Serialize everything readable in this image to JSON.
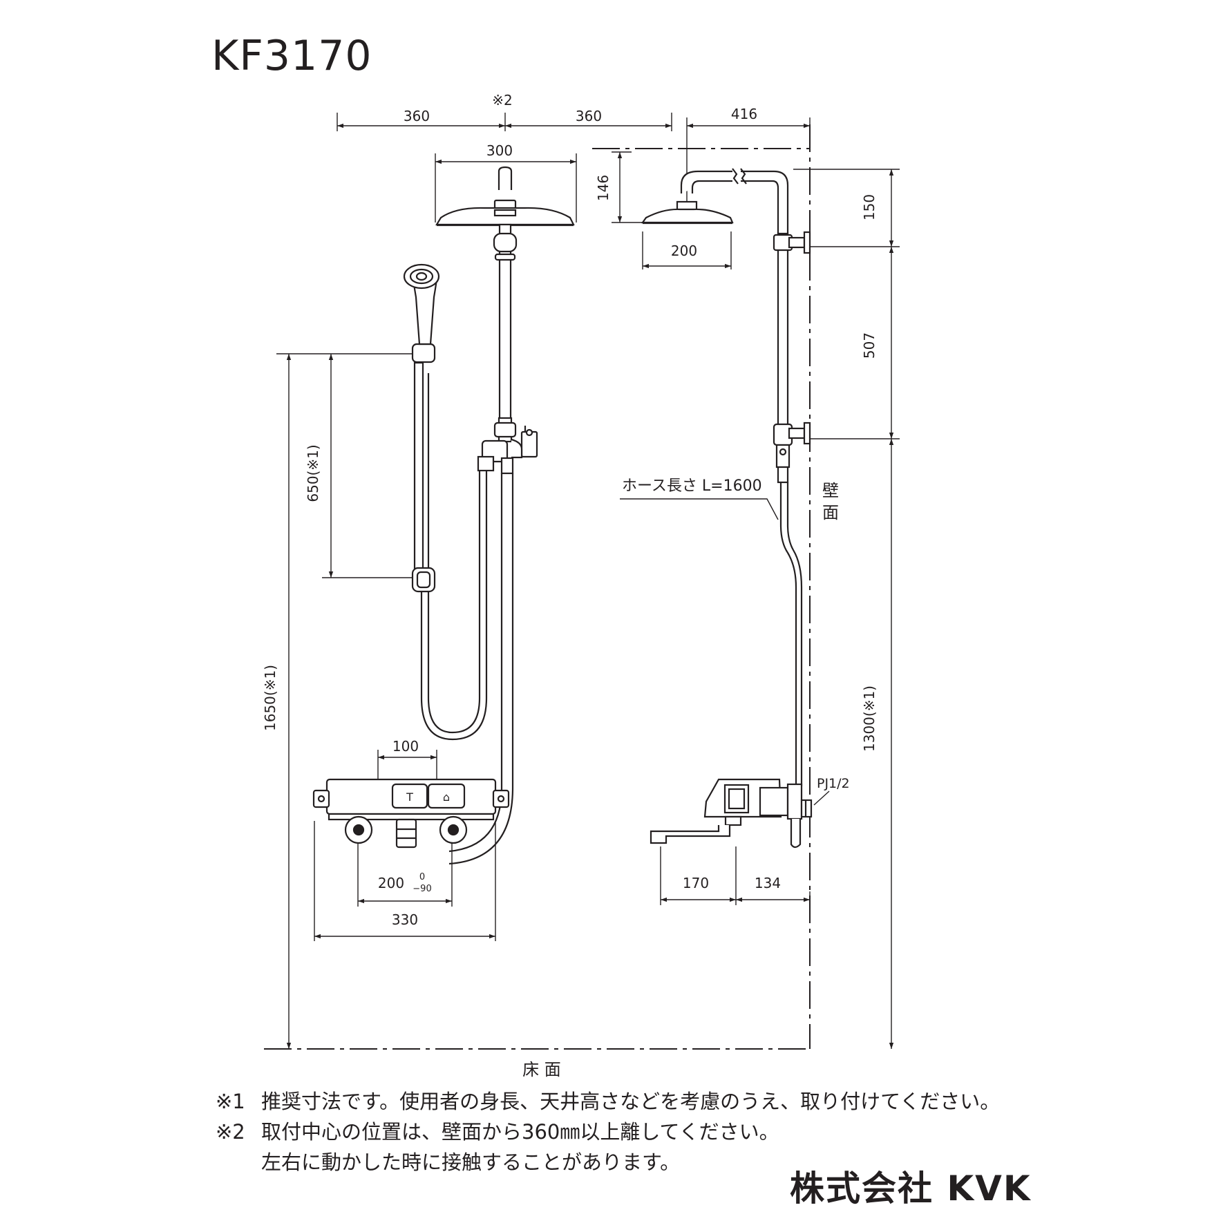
{
  "title": "KF3170",
  "dimensions": {
    "left_offset": "360",
    "right_offset": "360",
    "center_mark": "※2",
    "wall_offset": "416",
    "overhead_width": "300",
    "overhead_side_width": "200",
    "overhead_height": "146",
    "top_to_bracket": "150",
    "bracket_spacing": "507",
    "slide_bar": "650(※1)",
    "overall_height": "1650(※1)",
    "wall_height": "1300(※1)",
    "handle_spacing": "100",
    "inlet_spacing": "200",
    "inlet_tol_upper": "0",
    "inlet_tol_lower": "−90",
    "body_width": "330",
    "spout_length": "170",
    "wall_to_spout": "134"
  },
  "labels": {
    "hose_length": "ホース長さ L=1600",
    "wall_char1": "壁",
    "wall_char2": "面",
    "thread": "PJ1/2",
    "floor": "床 面"
  },
  "notes": [
    {
      "mark": "※1",
      "text": "推奨寸法です。使用者の身長、天井高さなどを考慮のうえ、取り付けてください。"
    },
    {
      "mark": "※2",
      "text": "取付中心の位置は、壁面から360㎜以上離してください。"
    },
    {
      "mark": "",
      "text": "左右に動かした時に接触することがあります。"
    }
  ],
  "company": "株式会社 KVK"
}
